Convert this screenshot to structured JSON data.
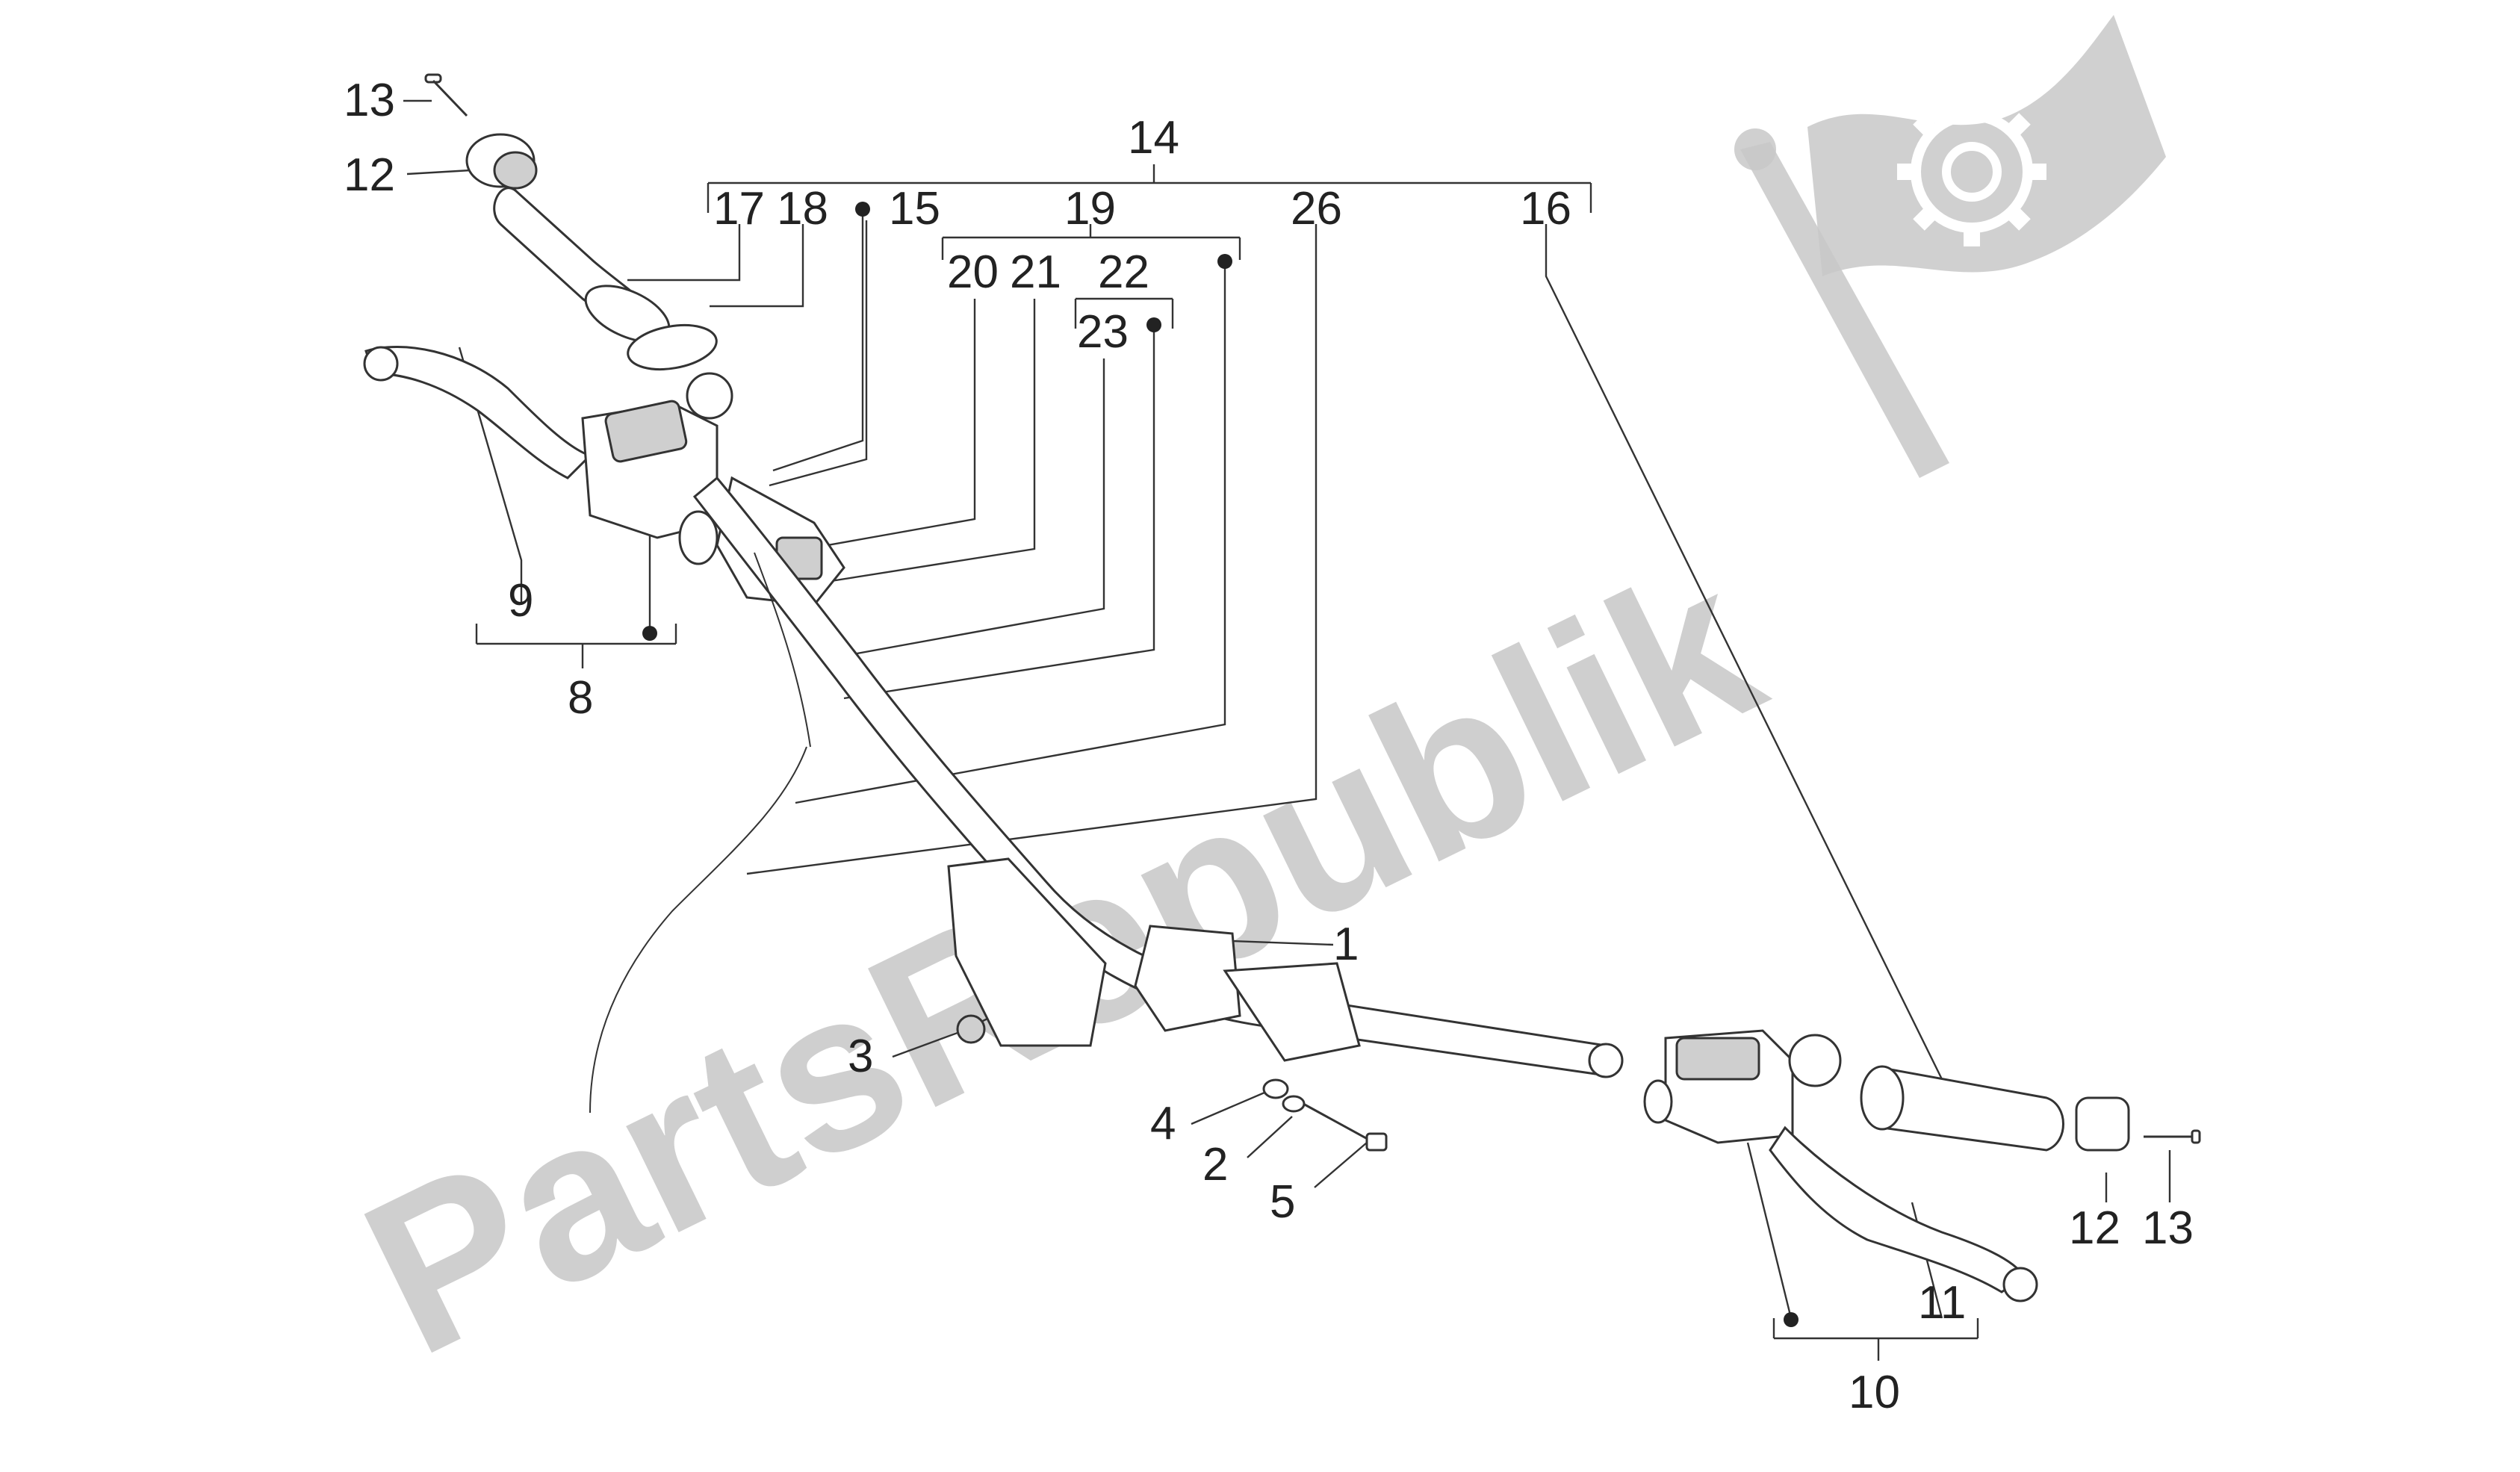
{
  "watermark": {
    "text": "PartsRepublik",
    "icon": "gear-icon"
  },
  "labels": {
    "l1": "1",
    "l2": "2",
    "l3": "3",
    "l4": "4",
    "l5": "5",
    "l8": "8",
    "l9": "9",
    "l10": "10",
    "l11": "11",
    "l12a": "12",
    "l12b": "12",
    "l13a": "13",
    "l13b": "13",
    "l14": "14",
    "l15": "15",
    "l16": "16",
    "l17": "17",
    "l18": "18",
    "l19": "19",
    "l20": "20",
    "l21": "21",
    "l22": "22",
    "l23": "23",
    "l26": "26"
  },
  "colors": {
    "line": "#333333",
    "watermark": "#c4c4c4",
    "background": "#ffffff"
  }
}
